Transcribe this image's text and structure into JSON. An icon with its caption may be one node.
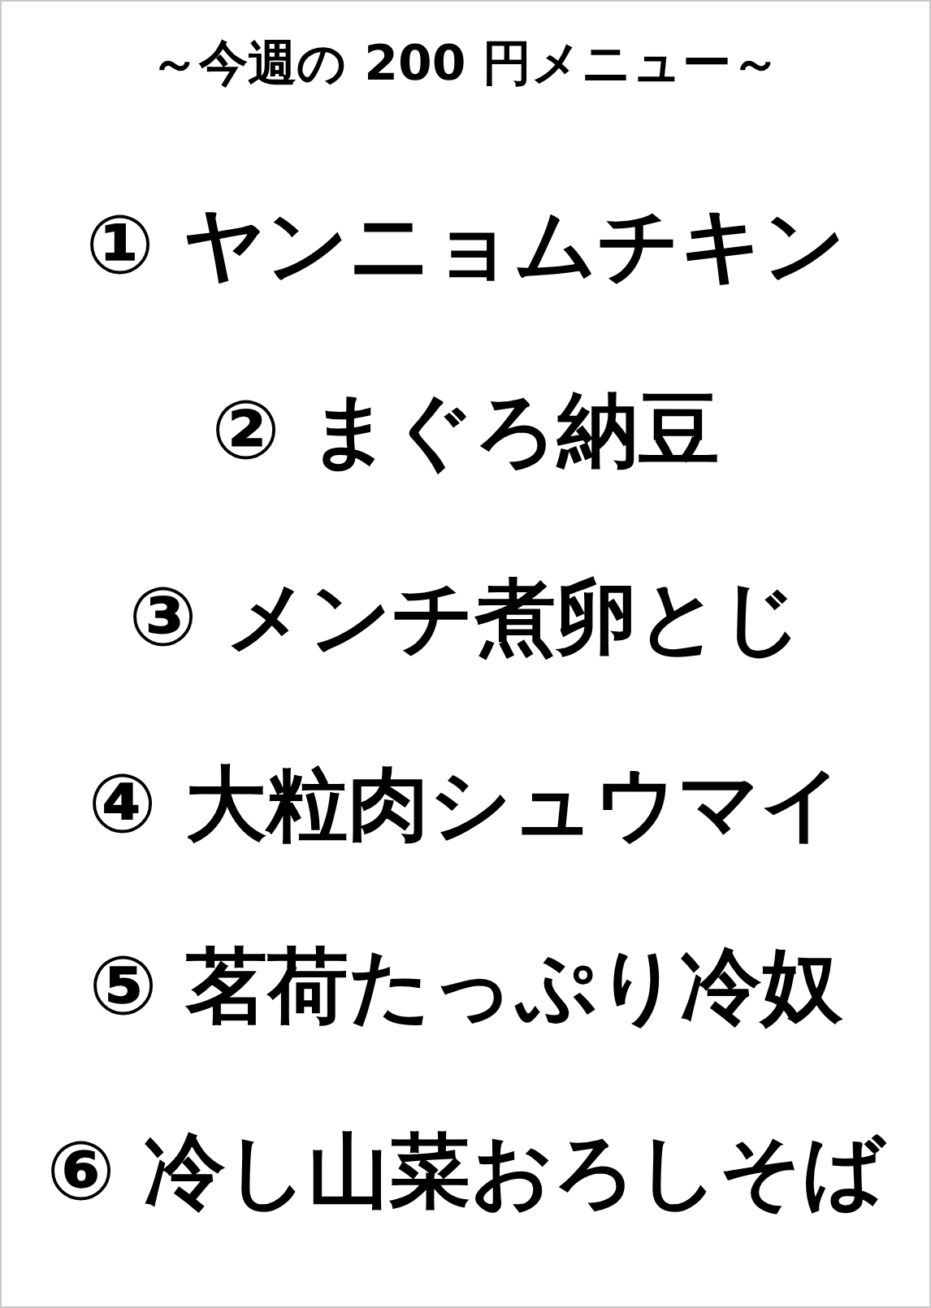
{
  "diagram": {
    "title": "～今週の 200 円メニュー～",
    "labels": [
      "① ヤンニョムチキン",
      "② まぐろ納豆",
      "③ メンチ煮卵とじ",
      "④ 大粒肉シュウマイ",
      "⑤ 茗荷たっぷり冷奴",
      "⑥ 冷し山菜おろしそば"
    ]
  }
}
